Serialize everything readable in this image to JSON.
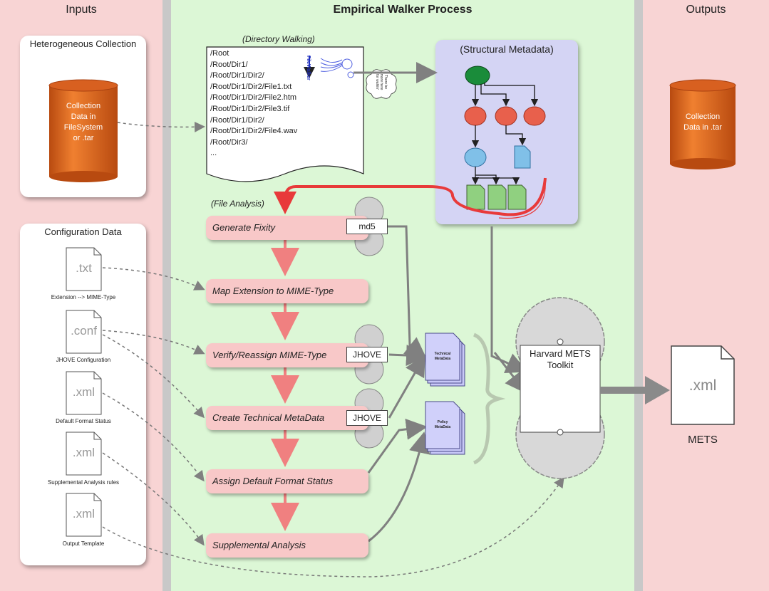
{
  "headers": {
    "inputs": "Inputs",
    "process": "Empirical Walker Process",
    "outputs": "Outputs"
  },
  "collection_panel": {
    "title": "Heterogeneous Collection",
    "cylinder_lines": [
      "Collection",
      "Data in",
      "FileSystem",
      "or .tar"
    ]
  },
  "config_panel": {
    "title": "Configuration Data",
    "files": [
      {
        "ext": ".txt",
        "caption": "Extension --> MIME-Type"
      },
      {
        "ext": ".conf",
        "caption": "JHOVE Configuration"
      },
      {
        "ext": ".xml",
        "caption": "Default Format Status"
      },
      {
        "ext": ".xml",
        "caption": "Supplemental Analysis rules"
      },
      {
        "ext": ".xml",
        "caption": "Output Template"
      }
    ]
  },
  "directory_walking": {
    "label": "(Directory Walking)",
    "paths": [
      "/Root",
      "/Root/Dir1/",
      "/Root/Dir1/Dir2/",
      "/Root/Dir1/Dir2/File1.txt",
      "/Root/Dir1/Dir2/File2.htm",
      "/Root/Dir1/Dir2/File3.tif",
      "/Root/Dir1/Dir2/",
      "/Root/Dir1/Dir2/File4.wav",
      "/Root/Dir3/",
      "..."
    ],
    "walker_label": "FileWalker",
    "cloud_text": [
      "There be",
      "more here",
      "for walkin'"
    ]
  },
  "structural": {
    "label": "(Structural Metadata)"
  },
  "file_analysis": {
    "label": "(File Analysis)",
    "steps": [
      "Generate Fixity",
      "Map Extension to MIME-Type",
      "Verify/Reassign MIME-Type",
      "Create Technical MetaData",
      "Assign Default Format Status",
      "Supplemental Analysis"
    ],
    "tools": [
      "md5",
      "JHOVE",
      "JHOVE"
    ]
  },
  "metadata_docs": {
    "technical": [
      "Technical",
      "MetaData"
    ],
    "policy": [
      "Policy",
      "MetaData"
    ]
  },
  "toolkit": {
    "lines": [
      "Harvard METS",
      "Toolkit"
    ]
  },
  "outputs": {
    "cylinder_lines": [
      "Collection",
      "Data in .tar"
    ],
    "xml_ext": ".xml",
    "xml_caption": "METS"
  },
  "colors": {
    "pink_bg": "#f8d4d4",
    "green_bg": "#dcf7d6",
    "structural_bg": "#d4d4f4",
    "step_fill": "#f8c8c8",
    "cylinder": "#e0681e",
    "arrow_red": "#e83a3a"
  }
}
